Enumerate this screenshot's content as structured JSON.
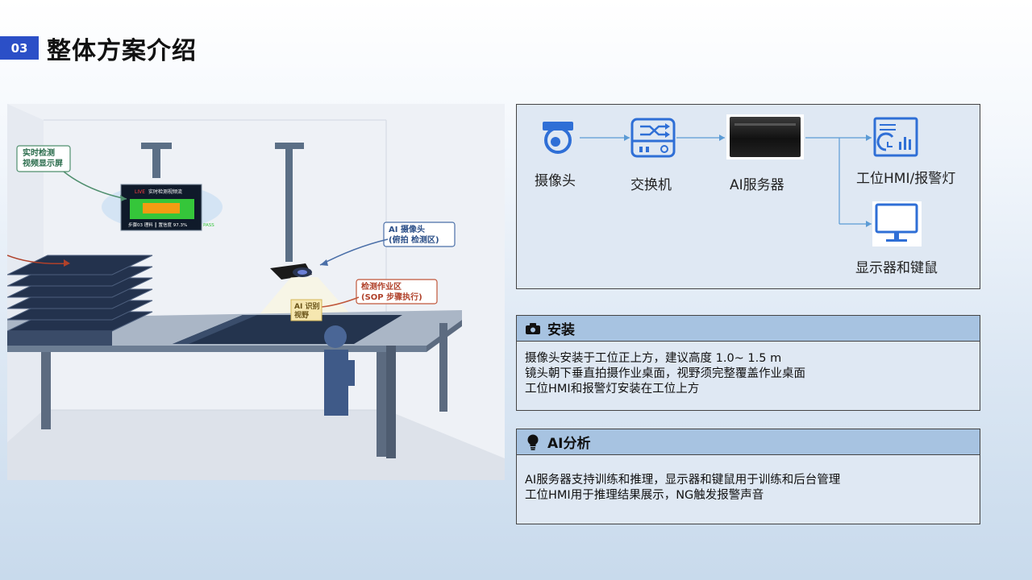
{
  "header": {
    "badge": "03",
    "title": "整体方案介绍"
  },
  "scene": {
    "callouts": {
      "display_screen": [
        "实时检测",
        "视频显示屏"
      ],
      "ai_camera": [
        "AI 摄像头",
        "(俯拍 检测区)"
      ],
      "detection_zone": [
        "检测作业区",
        "(SOP 步骤执行)"
      ],
      "ai_view": [
        "AI 识别",
        "视野"
      ]
    },
    "monitor": {
      "live_label": "LIVE",
      "header_text": "实时检测视频流",
      "footer_text": "步骤03 理料 ┃ 置信度 97.3%",
      "status": "PASS"
    }
  },
  "topology": {
    "nodes": {
      "camera": "摄像头",
      "switch": "交换机",
      "server": "AI服务器",
      "hmi": "工位HMI/报警灯",
      "monitor": "显示器和键鼠"
    },
    "icons": {
      "camera": "camera-icon",
      "switch": "network-switch-icon",
      "server": "server-icon",
      "hmi": "dashboard-icon",
      "monitor": "monitor-icon"
    },
    "colors": {
      "icon": "#2f6fd6",
      "line": "#5b9bd5"
    }
  },
  "install": {
    "title": "安装",
    "icon": "camera-icon",
    "lines": [
      "摄像头安装于工位正上方，建议高度  1.0~ 1.5 m",
      "镜头朝下垂直拍摄作业桌面，视野须完整覆盖作业桌面",
      "工位HMI和报警灯安装在工位上方"
    ]
  },
  "ai_analysis": {
    "title": "AI分析",
    "icon": "lightbulb-icon",
    "lines": [
      "AI服务器支持训练和推理，显示器和键鼠用于训练和后台管理",
      "工位HMI用于推理结果展示，NG触发报警声音"
    ]
  }
}
